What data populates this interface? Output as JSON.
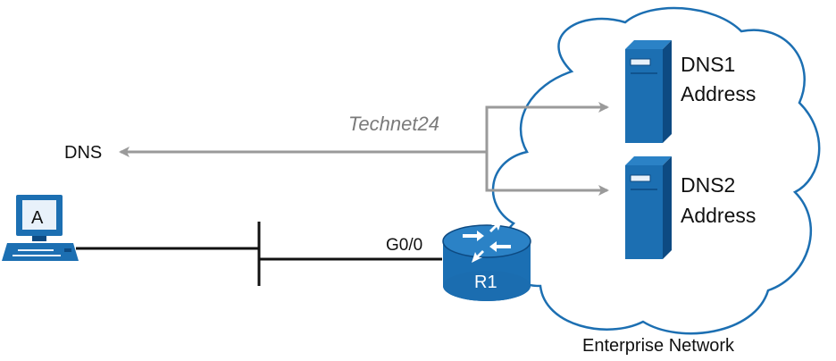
{
  "labels": {
    "dns": "DNS",
    "pc": "A",
    "interface": "G0/0",
    "router": "R1",
    "dns1_line1": "DNS1",
    "dns1_line2": "Address",
    "dns2_line1": "DNS2",
    "dns2_line2": "Address",
    "cloud": "Enterprise Network",
    "watermark": "Technet24"
  },
  "colors": {
    "device_blue": "#1c6fb2",
    "device_dark": "#0d4a82",
    "cloud_stroke": "#1c6fb2",
    "arrow_gray": "#9a9a9a",
    "link_black": "#111111"
  },
  "icons": {
    "pc": "pc-icon",
    "router": "router-icon",
    "server1": "server-icon",
    "server2": "server-icon"
  }
}
